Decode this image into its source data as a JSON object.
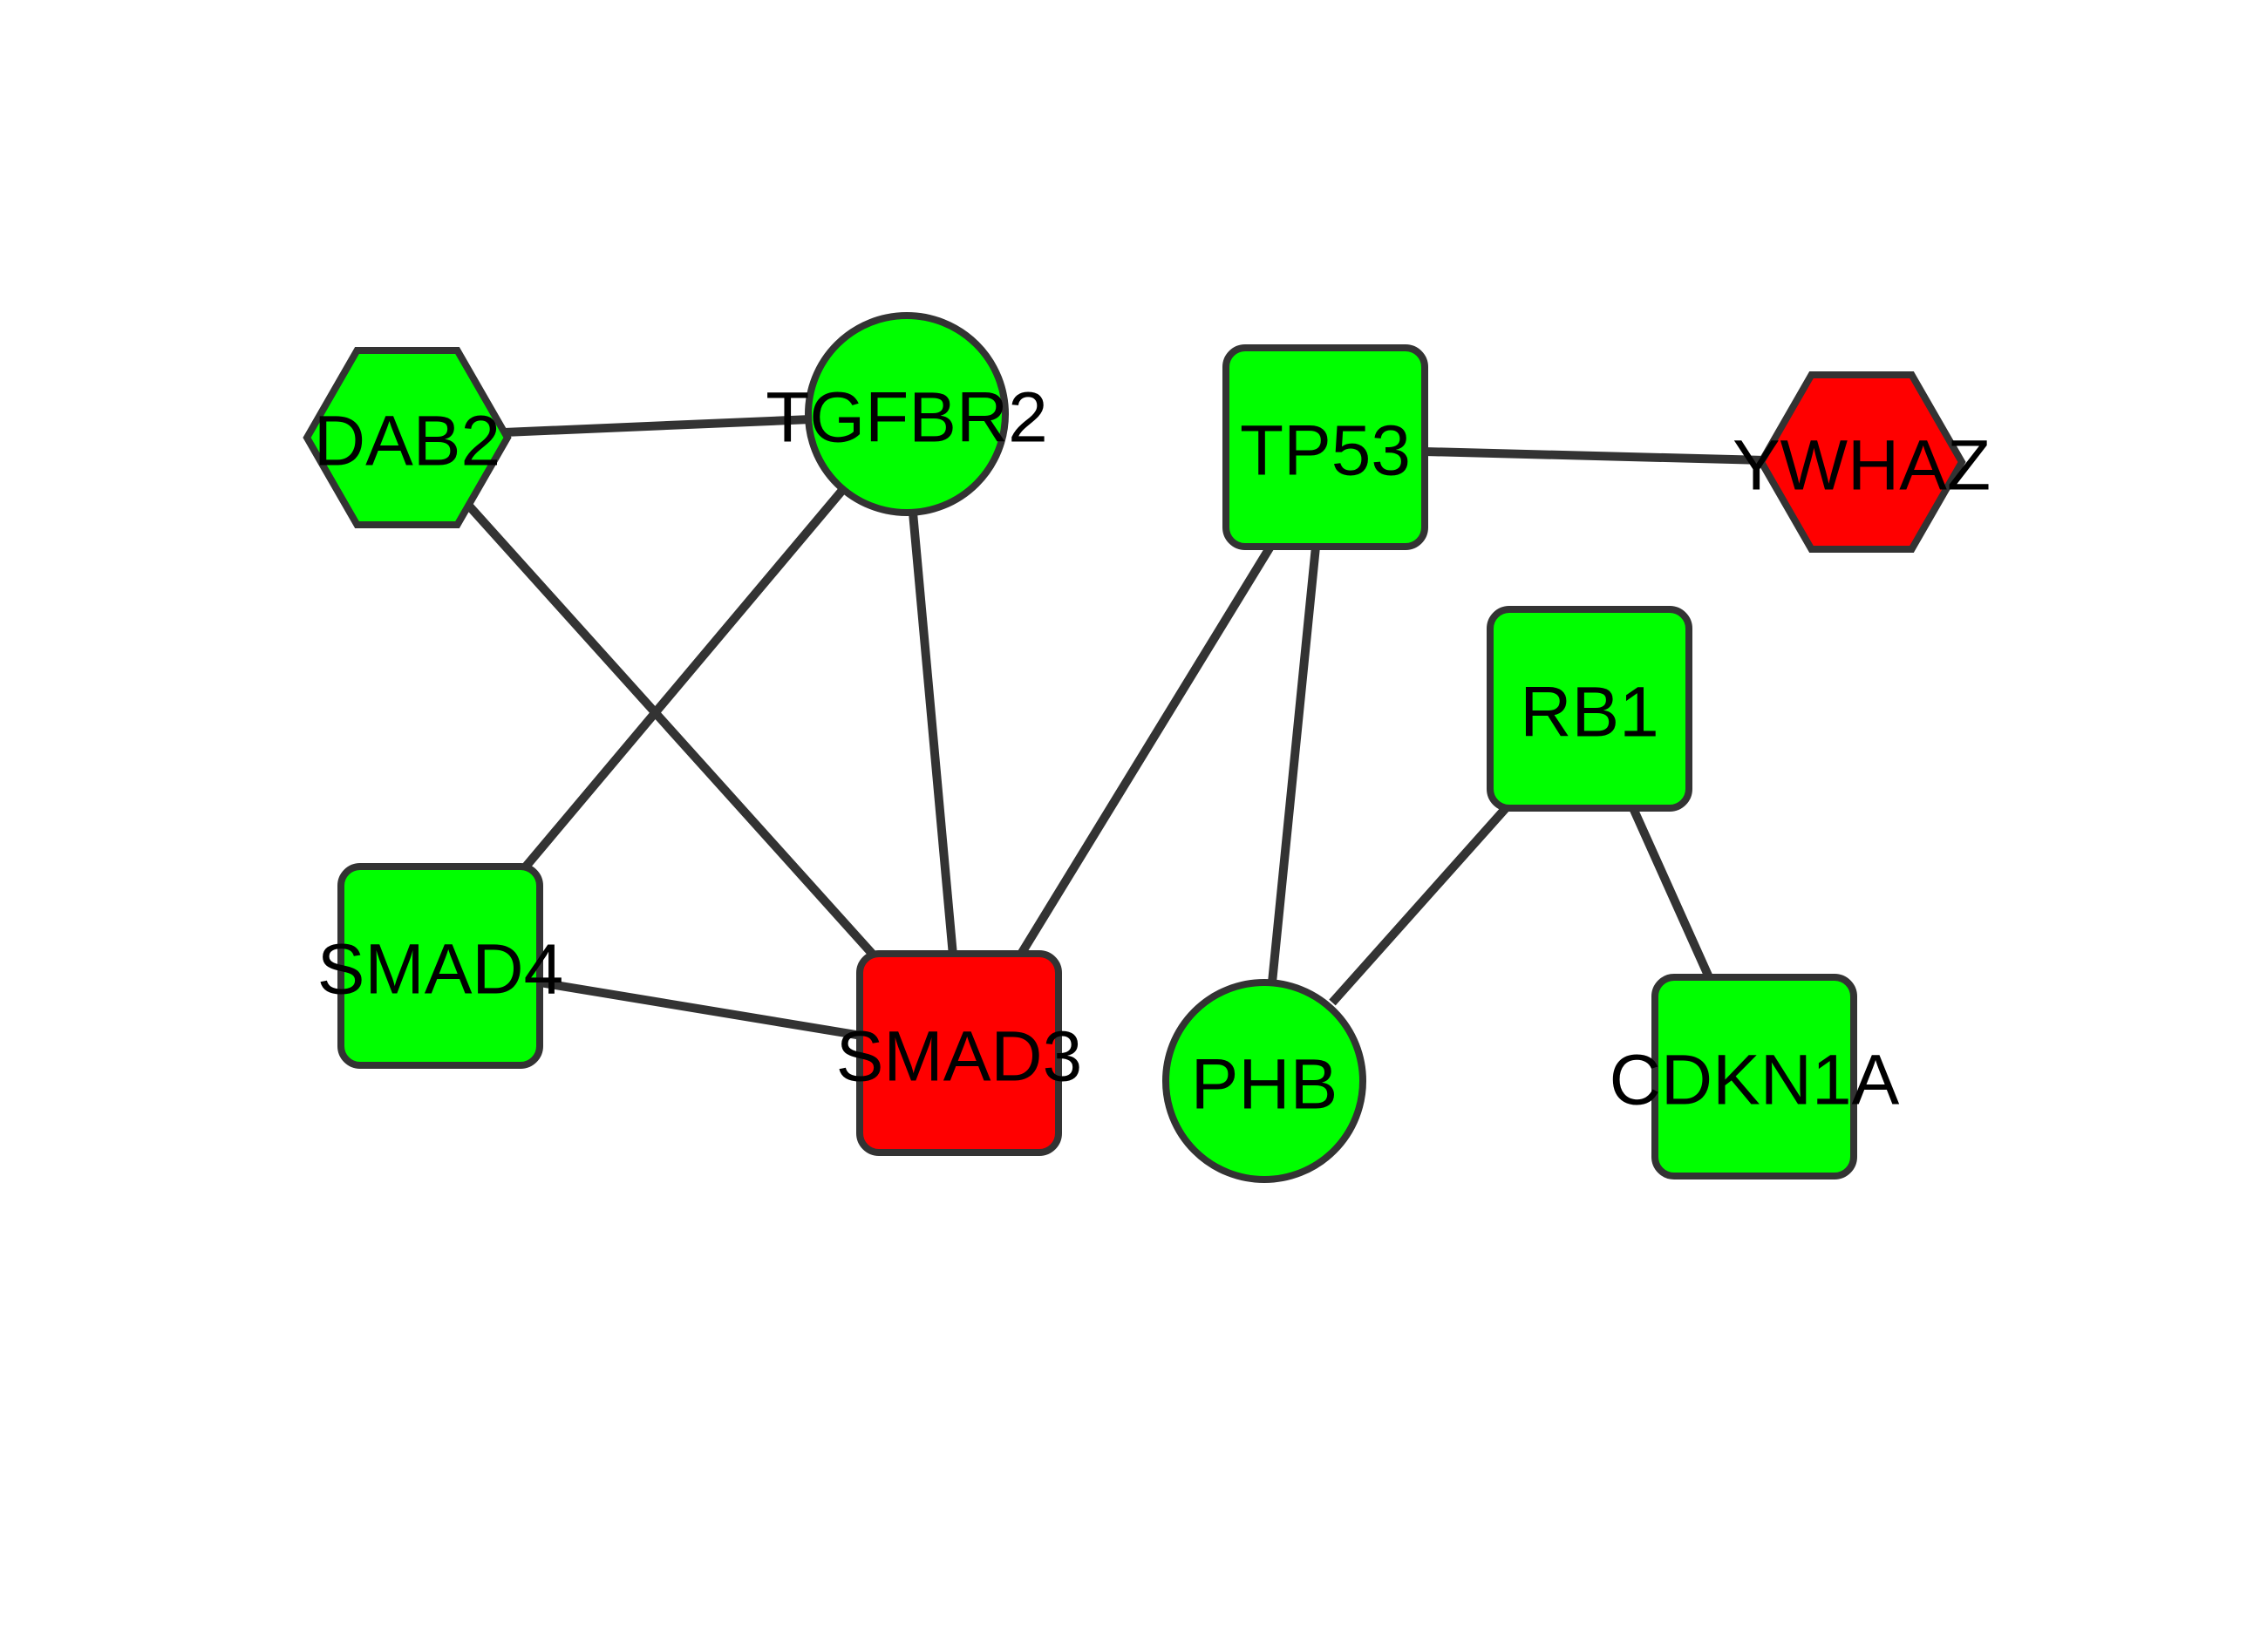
{
  "colors": {
    "up_regulated": "#ff0000",
    "down_regulated": "#00ff00",
    "edge": "#333333",
    "label": "#000000",
    "background": "#ffffff"
  },
  "nodes": [
    {
      "id": "DAB2",
      "label": "DAB2",
      "shape": "hexagon",
      "color": "#00ff00"
    },
    {
      "id": "TGFBR2",
      "label": "TGFBR2",
      "shape": "circle",
      "color": "#00ff00"
    },
    {
      "id": "TP53",
      "label": "TP53",
      "shape": "roundrect",
      "color": "#00ff00"
    },
    {
      "id": "YWHAZ",
      "label": "YWHAZ",
      "shape": "hexagon",
      "color": "#ff0000"
    },
    {
      "id": "RB1",
      "label": "RB1",
      "shape": "roundrect",
      "color": "#00ff00"
    },
    {
      "id": "SMAD4",
      "label": "SMAD4",
      "shape": "roundrect",
      "color": "#00ff00"
    },
    {
      "id": "SMAD3",
      "label": "SMAD3",
      "shape": "roundrect",
      "color": "#ff0000"
    },
    {
      "id": "PHB",
      "label": "PHB",
      "shape": "circle",
      "color": "#00ff00"
    },
    {
      "id": "CDKN1A",
      "label": "CDKN1A",
      "shape": "roundrect",
      "color": "#00ff00"
    }
  ],
  "edges": [
    {
      "source": "DAB2",
      "target": "TGFBR2"
    },
    {
      "source": "DAB2",
      "target": "SMAD3"
    },
    {
      "source": "TGFBR2",
      "target": "SMAD4"
    },
    {
      "source": "TGFBR2",
      "target": "SMAD3"
    },
    {
      "source": "SMAD4",
      "target": "SMAD3"
    },
    {
      "source": "TP53",
      "target": "SMAD3"
    },
    {
      "source": "TP53",
      "target": "YWHAZ"
    },
    {
      "source": "TP53",
      "target": "PHB"
    },
    {
      "source": "RB1",
      "target": "PHB"
    },
    {
      "source": "RB1",
      "target": "CDKN1A"
    }
  ]
}
